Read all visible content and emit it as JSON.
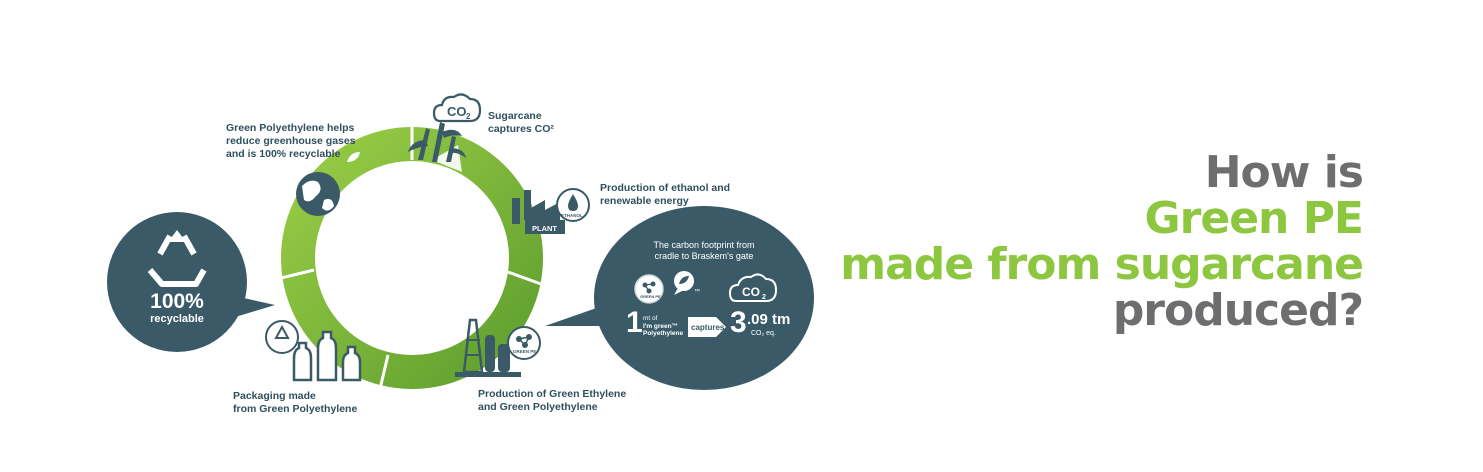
{
  "heading": {
    "line1": "How is",
    "line2": "Green PE",
    "line3": "made from sugarcane",
    "line4": "produced?"
  },
  "steps": {
    "sugarcane": {
      "line1": "Sugarcane",
      "line2": "captures CO²"
    },
    "ethanol": {
      "line1": "Production of ethanol and",
      "line2": "renewable energy"
    },
    "production": {
      "line1": "Production of Green Ethylene",
      "line2": "and Green Polyethylene"
    },
    "packaging": {
      "line1": "Packaging made",
      "line2": "from Green Polyethylene"
    },
    "helps": {
      "line1": "Green Polyethylene helps",
      "line2": "reduce greenhouse gases",
      "line3": "and is 100% recyclable"
    }
  },
  "icons": {
    "co2_cloud": "CO",
    "co2_sub": "2",
    "ethanol_tag": "ETHANOL",
    "plant_tag": "PLANT",
    "green_pe_tag": "GREEN PE"
  },
  "recyclable": {
    "percent": "100%",
    "label": "recyclable"
  },
  "footprint": {
    "line1": "The carbon footprint from",
    "line2": "cradle to Braskem's gate",
    "qty": "1",
    "unit_line1": "mt of",
    "unit_line2": "I'm green™",
    "unit_line3": "Polyethylene",
    "captures": "captures",
    "result_big": "3",
    "result_small": ".09 tm",
    "result_unit": "CO₂ eq.",
    "tm_mark": "™"
  },
  "colors": {
    "dark_teal": "#3b5a68",
    "green_light": "#8dc63f",
    "green_dark": "#6aa532",
    "gray": "#6d6e70"
  }
}
